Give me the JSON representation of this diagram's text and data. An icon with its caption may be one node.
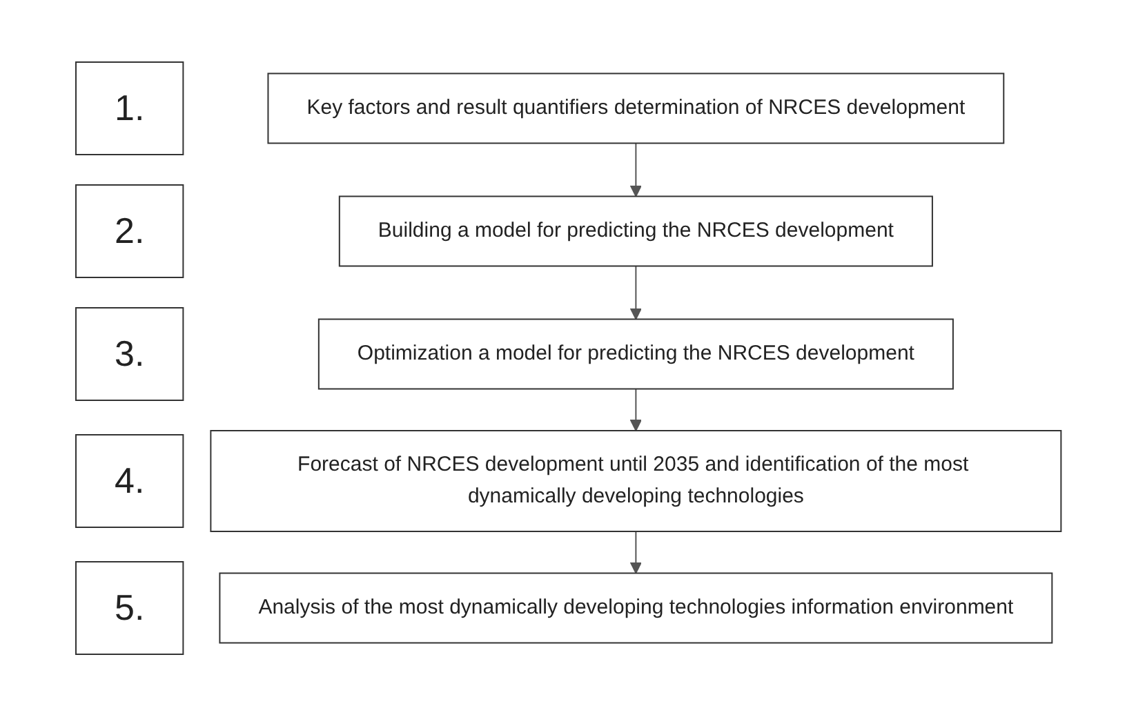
{
  "diagram": {
    "nodes": [
      {
        "text": [
          "1."
        ]
      },
      {
        "text": [
          "Key factors and result quantifiers determination of NRCES development"
        ]
      },
      {
        "text": [
          "2."
        ]
      },
      {
        "text": [
          "Building a model for predicting the NRCES development"
        ]
      },
      {
        "text": [
          "3."
        ]
      },
      {
        "text": [
          "Optimization a model for predicting the NRCES development"
        ]
      },
      {
        "text": [
          "4."
        ]
      },
      {
        "text": [
          "Forecast of NRCES development until 2035 and identification of the most dynamically developing technologies"
        ]
      },
      {
        "text": [
          "5."
        ]
      },
      {
        "text": [
          "Analysis of the most dynamically developing technologies information environment"
        ]
      }
    ],
    "edges": [
      {
        "from": 1,
        "to": 3,
        "arrow": "to"
      },
      {
        "from": 3,
        "to": 5,
        "arrow": "to"
      },
      {
        "from": 5,
        "to": 7,
        "arrow": "to"
      },
      {
        "from": 7,
        "to": 9,
        "arrow": "to"
      }
    ]
  }
}
